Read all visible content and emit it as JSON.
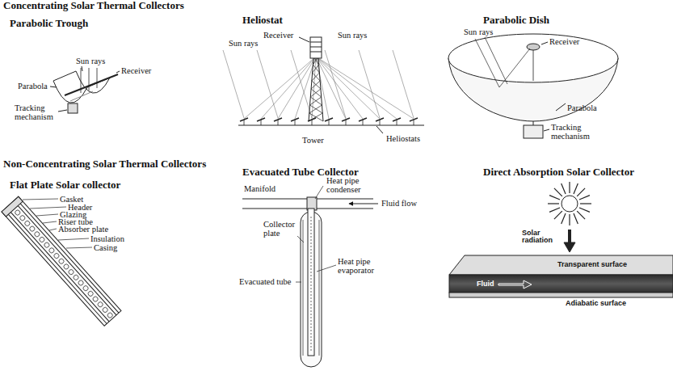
{
  "diagram": {
    "labels": [
      "Concentrating Solar Thermal Collectors",
      "Parabolic Trough",
      "Sun rays",
      "Parabola",
      "Receiver",
      "Tracking mechanism",
      "Heliostat",
      "Receiver",
      "Sun rays",
      "Sun rays",
      "Tower",
      "Heliostats",
      "Parabolic Dish",
      "Sun rays",
      "Receiver",
      "Parabola",
      "Tracking mechanism",
      "Non-Concentrating Solar Thermal Collectors",
      "Flat Plate Solar collector",
      "Gasket",
      "Header",
      "Glazing",
      "Riser tube",
      "Absorber plate",
      "Insulation",
      "Casing",
      "Evacuated Tube Collector",
      "Manifold",
      "Heat pipe condenser",
      "Fluid flow",
      "Collector plate",
      "Evacuated tube",
      "Heat pipe evaporator",
      "Direct Absorption Solar Collector",
      "Solar radiation",
      "Transparent surface",
      "Fluid",
      "Adiabatic surface"
    ]
  }
}
